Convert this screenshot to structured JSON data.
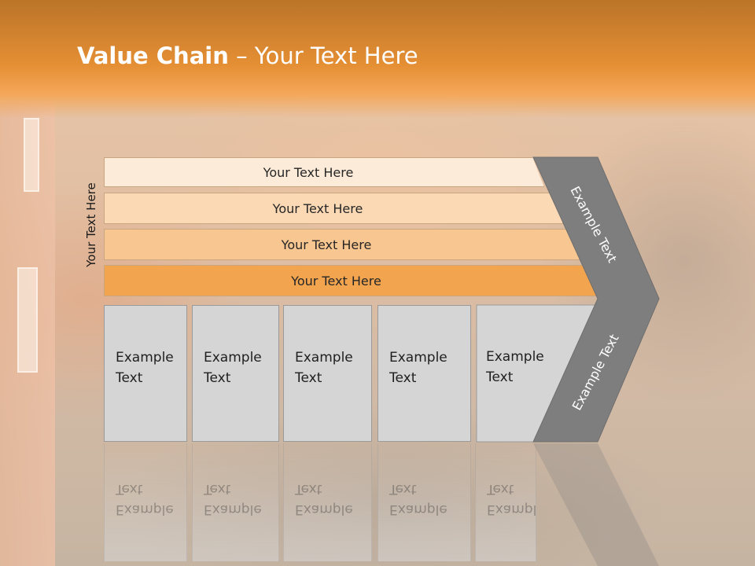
{
  "title": {
    "bold": "Value Chain",
    "rest": " – Your Text Here"
  },
  "side_label": "Your Text Here",
  "bands": [
    "Your Text Here",
    "Your Text Here",
    "Your Text Here",
    "Your Text Here"
  ],
  "boxes": [
    "Example Text",
    "Example Text",
    "Example Text",
    "Example Text",
    "Example Text"
  ],
  "chevron": {
    "upper_label": "Example Text",
    "lower_label": "Example Text"
  },
  "colors": {
    "header": "#e58f34",
    "band_1": "#fdebd9",
    "band_2": "#fbd9b5",
    "band_3": "#f8c690",
    "band_4": "#f2a44e",
    "chevron": "#7e7e7e",
    "box": "#d5d5d5"
  }
}
